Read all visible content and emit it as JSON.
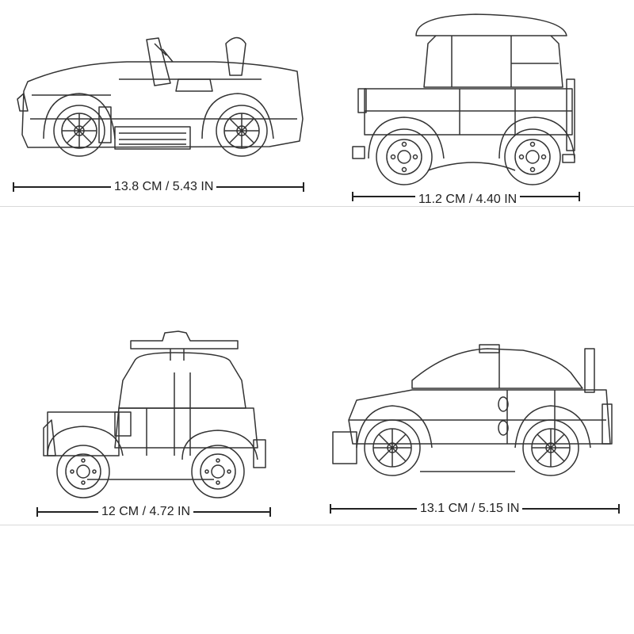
{
  "diagram": {
    "line_color": "#333333",
    "dimension_color": "#222222",
    "models": [
      {
        "view": "side",
        "icon": "convertible-car-icon",
        "dimension_label": "13.8 CM / 5.43 IN"
      },
      {
        "view": "side",
        "icon": "suv-car-icon",
        "dimension_label": "11.2 CM / 4.40 IN"
      },
      {
        "view": "side",
        "icon": "compact-car-icon",
        "dimension_label": "12 CM / 4.72 IN"
      },
      {
        "view": "side",
        "icon": "sports-coupe-icon",
        "dimension_label": "13.1 CM / 5.15 IN"
      }
    ]
  }
}
